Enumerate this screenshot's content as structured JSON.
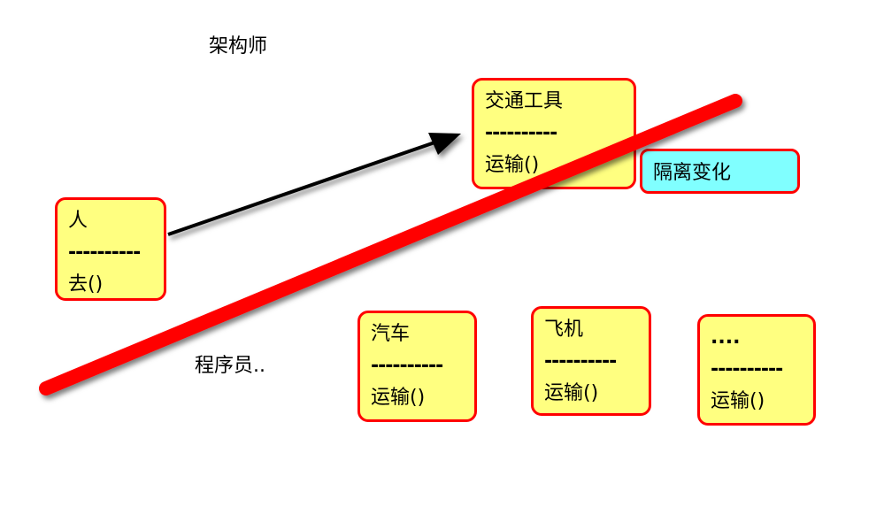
{
  "labels": {
    "architect": "架构师",
    "programmer": "程序员.."
  },
  "boxes": {
    "person": {
      "title": "人",
      "separator": "----------",
      "method": "去()"
    },
    "vehicle": {
      "title": "交通工具",
      "separator": "----------",
      "method": "运输()"
    },
    "car": {
      "title": "汽车",
      "separator": "----------",
      "method": "运输()"
    },
    "plane": {
      "title": "飞机",
      "separator": "----------",
      "method": "运输()"
    },
    "other": {
      "title": "....",
      "separator": "----------",
      "method": "运输()"
    }
  },
  "isolate": "隔离变化",
  "colors": {
    "box_fill": "#ffff80",
    "border": "#ff0000",
    "isolate_fill": "#80ffff",
    "divider_line": "#ff0000"
  }
}
